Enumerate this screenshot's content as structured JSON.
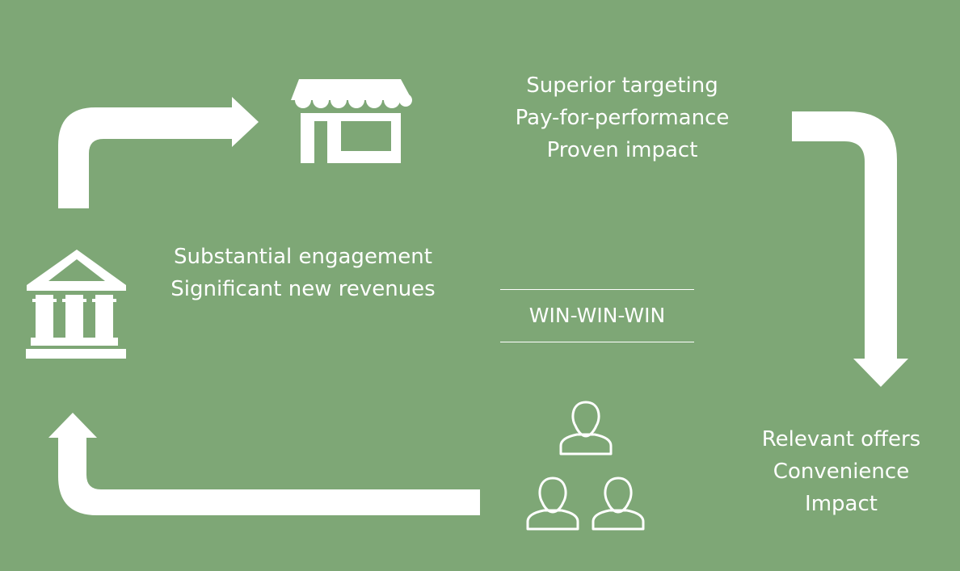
{
  "diagram": {
    "background_color": "#7ea776",
    "foreground_color": "#ffffff",
    "nodes": {
      "merchant": {
        "icon": "storefront-icon",
        "lines": [
          "Superior targeting",
          "Pay-for-performance",
          "Proven impact"
        ]
      },
      "bank": {
        "icon": "bank-icon",
        "lines": [
          "Substantial engagement",
          "Significant new revenues"
        ]
      },
      "consumers": {
        "icon": "people-icon",
        "lines": [
          "Relevant offers",
          "Convenience",
          "Impact"
        ]
      }
    },
    "center_label": "WIN-WIN-WIN",
    "flow": [
      "bank",
      "merchant",
      "consumers",
      "bank"
    ]
  }
}
